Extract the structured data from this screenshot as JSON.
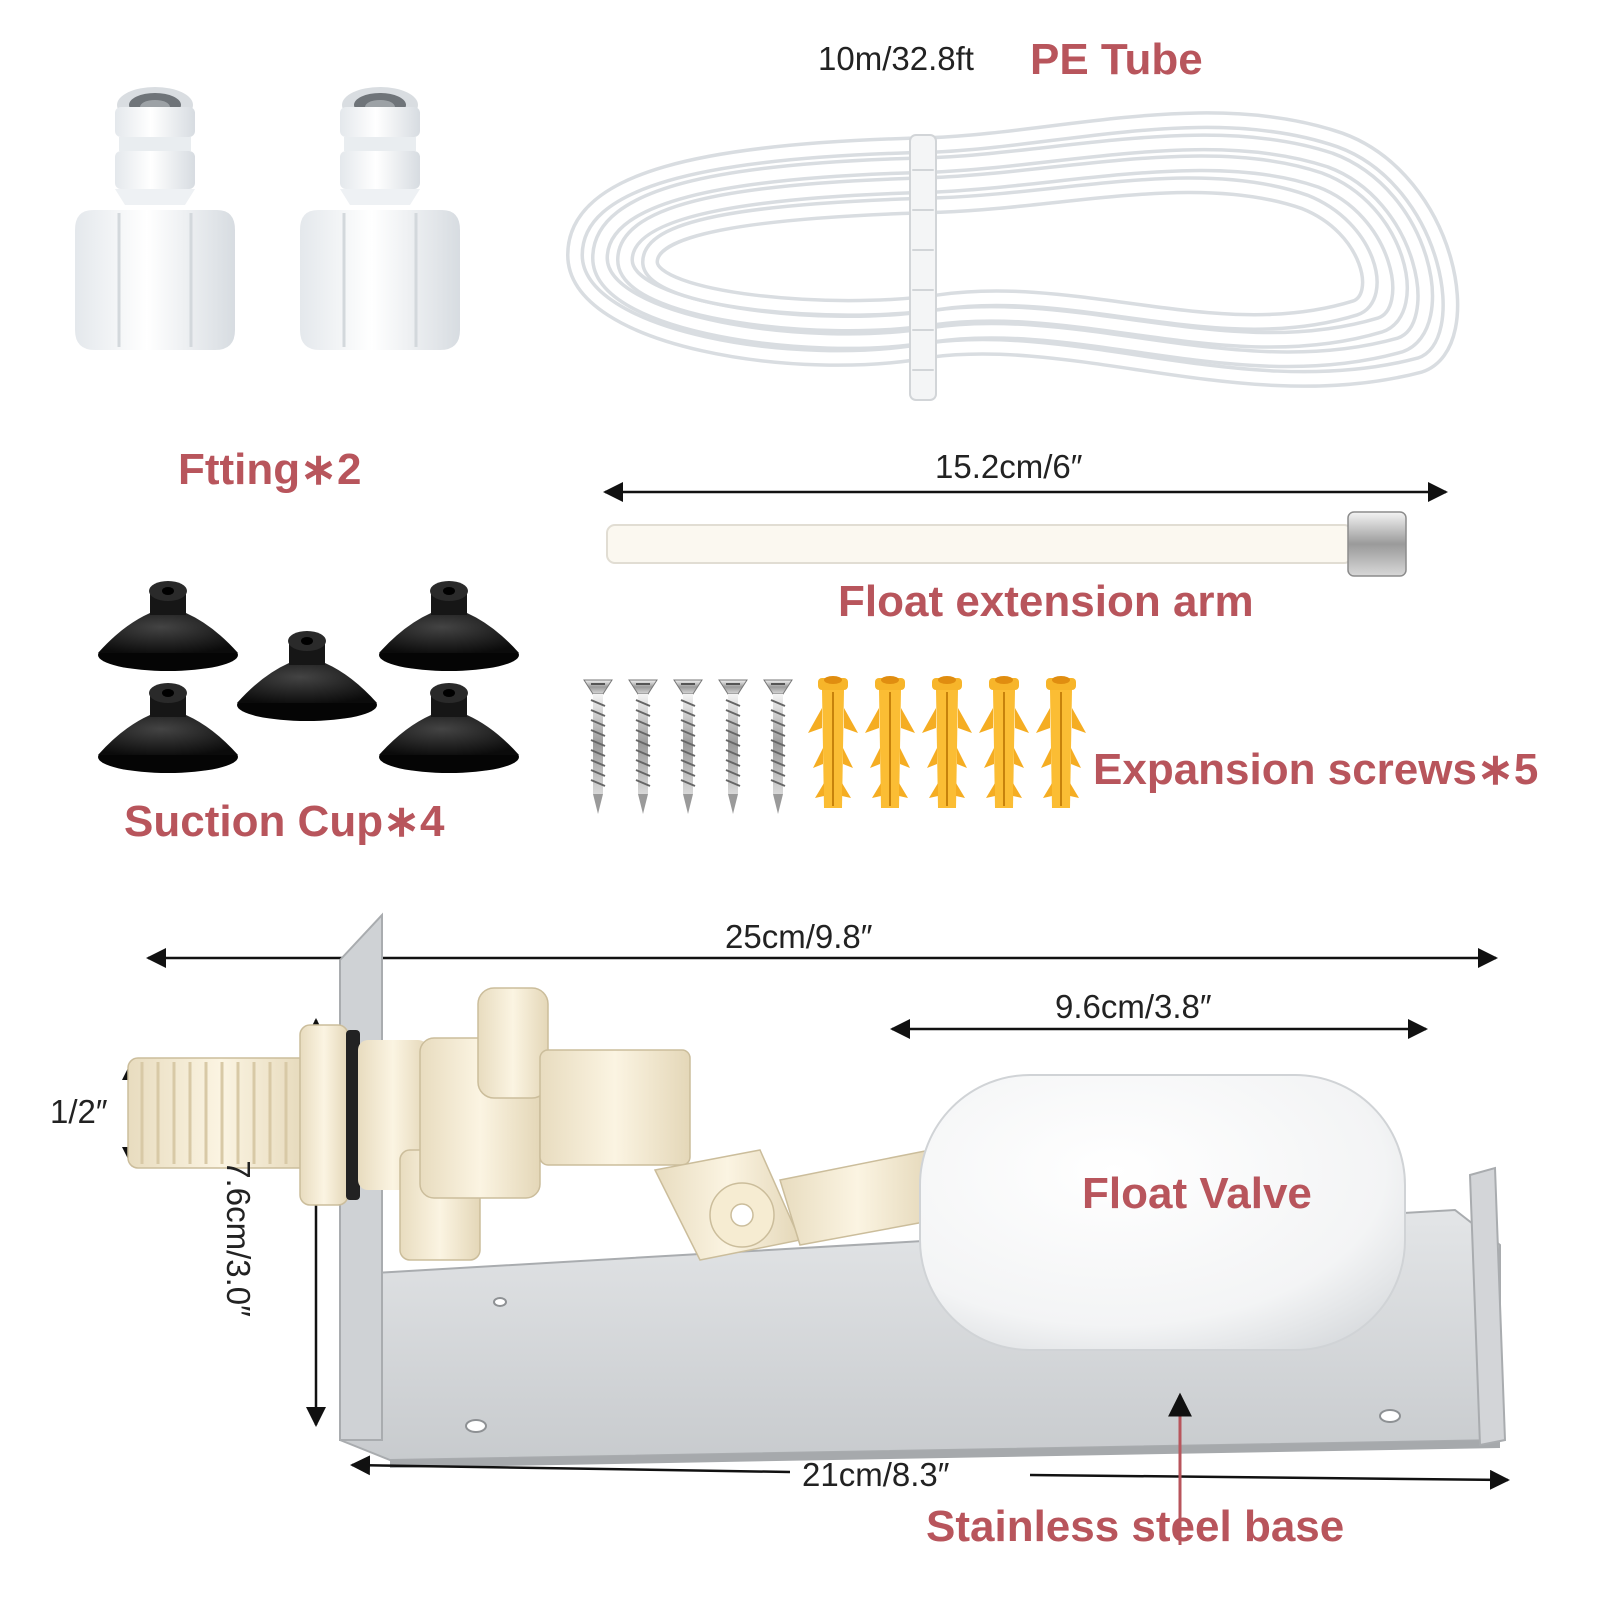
{
  "labels": {
    "tube_length": "10m/32.8ft",
    "tube_name": "PE Tube",
    "fitting": "Ftting∗2",
    "arm_length": "15.2cm/6″",
    "arm_name": "Float extension arm",
    "suction": "Suction Cup∗4",
    "screws": "Expansion screws∗5",
    "total_width": "25cm/9.8″",
    "float_width": "9.6cm/3.8″",
    "thread": "1/2″",
    "height": "7.6cm/3.0″",
    "float_valve": "Float Valve",
    "base_width": "21cm/8.3″",
    "base_name": "Stainless steel base"
  },
  "colors": {
    "accent_text": "#b8555c",
    "body_text": "#222222"
  },
  "icons": [
    "fitting-icon",
    "pe-tube-coil-icon",
    "extension-arm-icon",
    "suction-cup-icon",
    "screw-icon",
    "wall-anchor-icon",
    "float-valve-icon",
    "steel-base-icon",
    "dimension-arrow-icon"
  ]
}
